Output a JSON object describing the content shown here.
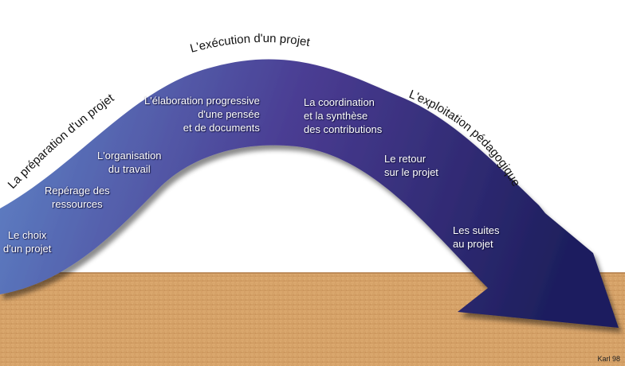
{
  "titles": {
    "preparation": "La préparation d'un projet",
    "execution": "L'exécution d'un projet",
    "exploitation": "L'exploitation pédagogique"
  },
  "stages": {
    "choix": "Le choix\nd'un projet",
    "reperage": "Repérage des\nressources",
    "organisation": "L'organisation\ndu travail",
    "elaboration": "L'élaboration progressive\nd'une pensée\net de documents",
    "coordination": "La coordination\net la synthèse\ndes contributions",
    "retour": "Le retour\nsur le projet",
    "suites": "Les suites\nau projet"
  },
  "credit": "Karl 98",
  "colors": {
    "arrow_start": "#5f86c8",
    "arrow_mid": "#4a3c92",
    "arrow_end": "#1e1f5e",
    "ground": "#d9a468",
    "ground_dark": "#c08850",
    "sky": "#ffffff"
  }
}
